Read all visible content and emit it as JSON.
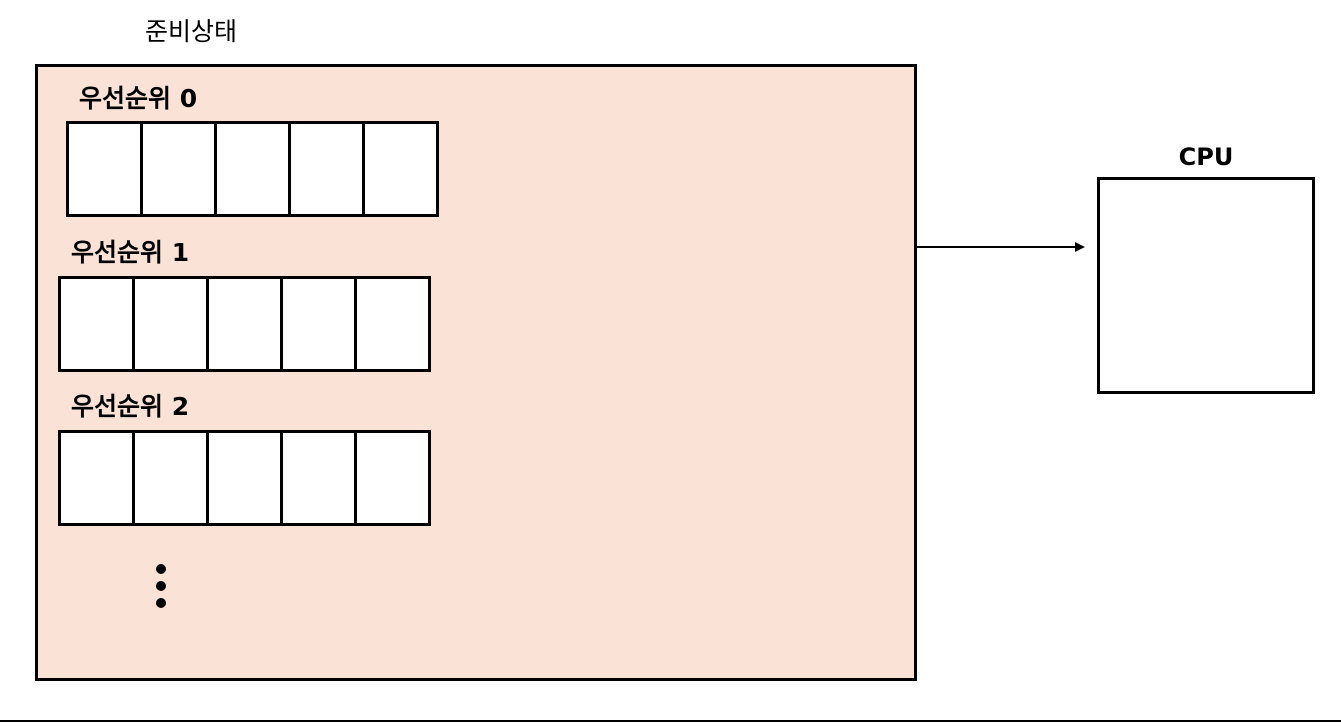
{
  "colors": {
    "ready_fill": "#fae3d6",
    "stroke": "#000000",
    "slot_fill": "#ffffff"
  },
  "ready_state": {
    "title": "준비상태",
    "queues": [
      {
        "label": "우선순위 0",
        "slot_count": 5
      },
      {
        "label": "우선순위 1",
        "slot_count": 5
      },
      {
        "label": "우선순위 2",
        "slot_count": 5
      }
    ],
    "continuation_icon": "vertical-ellipsis-icon"
  },
  "cpu": {
    "label": "CPU"
  }
}
